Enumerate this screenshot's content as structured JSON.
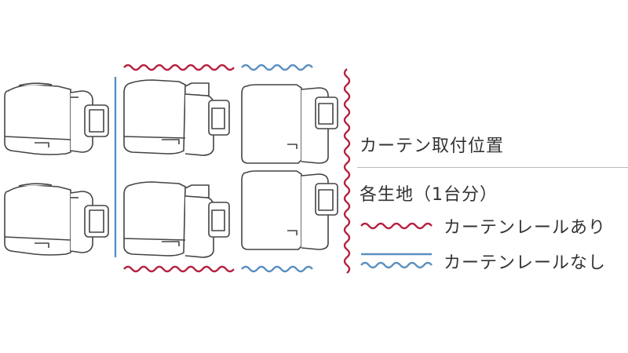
{
  "legend": {
    "title": "カーテン取付位置",
    "subtitle": "各生地（1台分）",
    "items": [
      {
        "label": "カーテンレールあり",
        "style": "wavy",
        "color": "#b5203e"
      },
      {
        "label": "カーテンレールなし",
        "style": "line+wavy",
        "color": "#5b8fc0"
      }
    ]
  },
  "colors": {
    "with_rail": "#b5203e",
    "without_rail": "#5b8fc0",
    "seat_outline": "#444444"
  }
}
